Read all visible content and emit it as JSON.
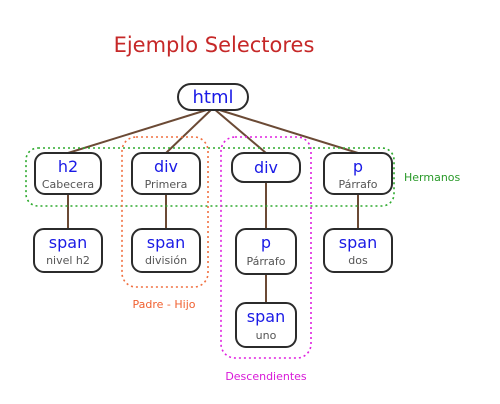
{
  "title": "Ejemplo Selectores",
  "colors": {
    "title": "#c62828",
    "tag": "#1a1ae6",
    "hermanos": "#2eaa2e",
    "padre_hijo": "#f07040",
    "descendientes": "#e020e0"
  },
  "nodes": {
    "html": {
      "tag": "html",
      "sub": ""
    },
    "h2": {
      "tag": "h2",
      "sub": "Cabecera"
    },
    "div1": {
      "tag": "div",
      "sub": "Primera"
    },
    "div2": {
      "tag": "div",
      "sub": ""
    },
    "p1": {
      "tag": "p",
      "sub": "Párrafo"
    },
    "span_h2": {
      "tag": "span",
      "sub": "nivel h2"
    },
    "span_div1": {
      "tag": "span",
      "sub": "división"
    },
    "p_div2": {
      "tag": "p",
      "sub": "Párrafo"
    },
    "span_p1": {
      "tag": "span",
      "sub": "dos"
    },
    "span_p_div2": {
      "tag": "span",
      "sub": "uno"
    }
  },
  "groups": {
    "hermanos": "Hermanos",
    "padre_hijo": "Padre - Hijo",
    "descendientes": "Descendientes"
  }
}
